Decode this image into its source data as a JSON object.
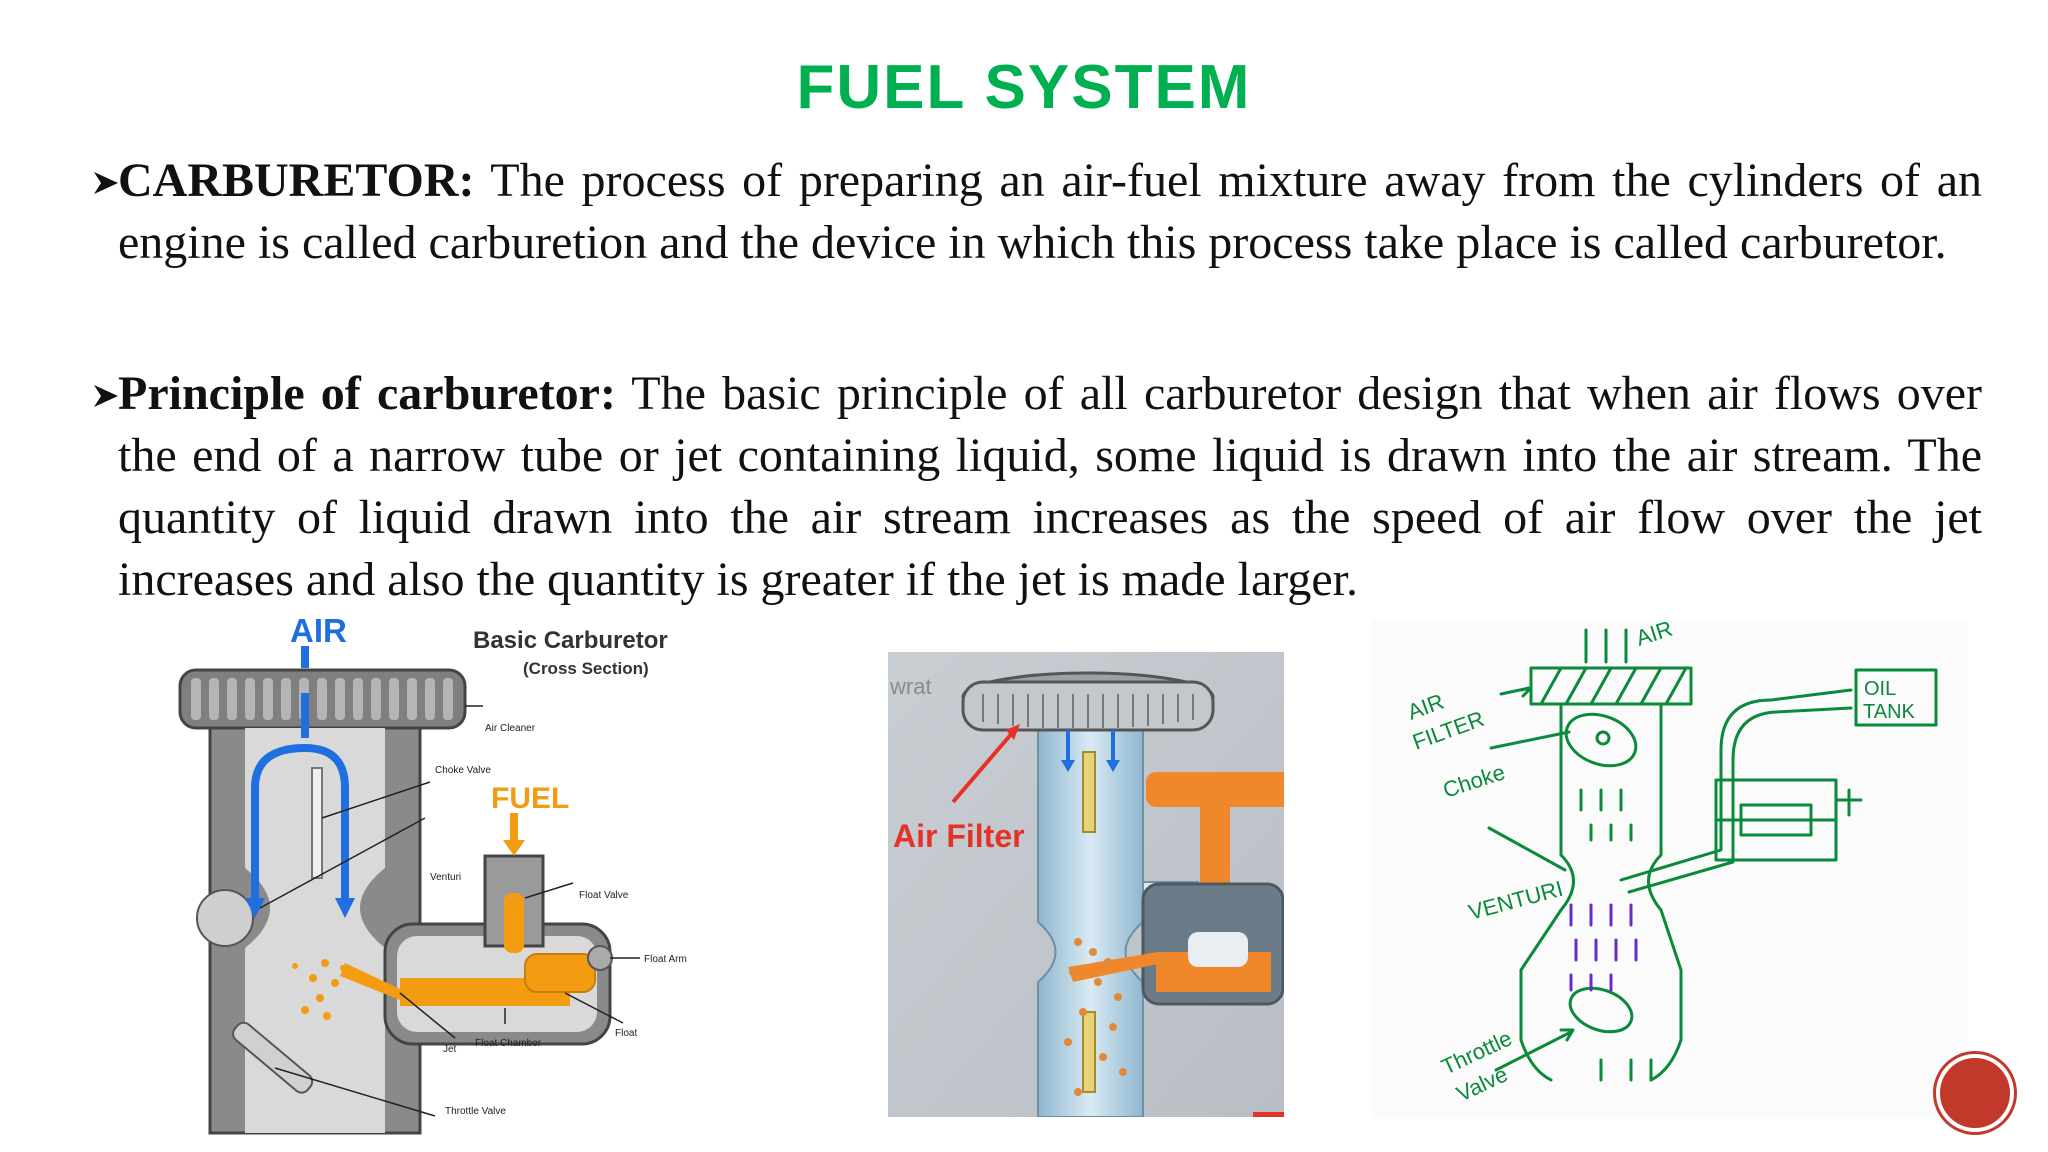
{
  "slide": {
    "title": "FUEL SYSTEM",
    "paragraphs": [
      {
        "heading": "CARBURETOR:",
        "text": " The process of preparing an air-fuel mixture away from the cylinders of an engine is called carburetion and the device in which this process take place is called carburetor."
      },
      {
        "heading": "Principle of carburetor:",
        "text": " The basic principle of all carburetor design that when air flows over the end of a narrow tube or jet containing liquid, some liquid is drawn into the air stream. The quantity of liquid drawn into the air stream increases as the speed of air flow over the jet increases and also the quantity is greater if the jet is made larger."
      }
    ]
  },
  "figure1": {
    "title": "Basic Carburetor",
    "subtitle": "(Cross Section)",
    "air_label": "AIR",
    "fuel_label": "FUEL",
    "labels": {
      "air_cleaner": "Air Cleaner",
      "choke_valve": "Choke Valve",
      "venturi": "Venturi",
      "float_valve": "Float Valve",
      "float_arm": "Float Arm",
      "float": "Float",
      "float_chamber": "Float Chamber",
      "jet": "Jet",
      "throttle_valve": "Throttle Valve"
    }
  },
  "figure2": {
    "label": "Air Filter",
    "corner_text": "wrat"
  },
  "figure3": {
    "labels": {
      "air": "AIR",
      "air_filter_1": "AIR",
      "air_filter_2": "FILTER",
      "choke": "Choke",
      "oil_tank_1": "OIL",
      "oil_tank_2": "TANK",
      "venturi": "VENTURI",
      "throttle_1": "Throttle",
      "throttle_2": "Valve"
    }
  },
  "colors": {
    "title": "#00b050",
    "text": "#111111",
    "air_blue": "#1f6fe0",
    "fuel_orange": "#f39c12",
    "marker_green": "#0a8a3a",
    "marker_purple": "#6a2bc4",
    "nav": "#c0392b"
  }
}
